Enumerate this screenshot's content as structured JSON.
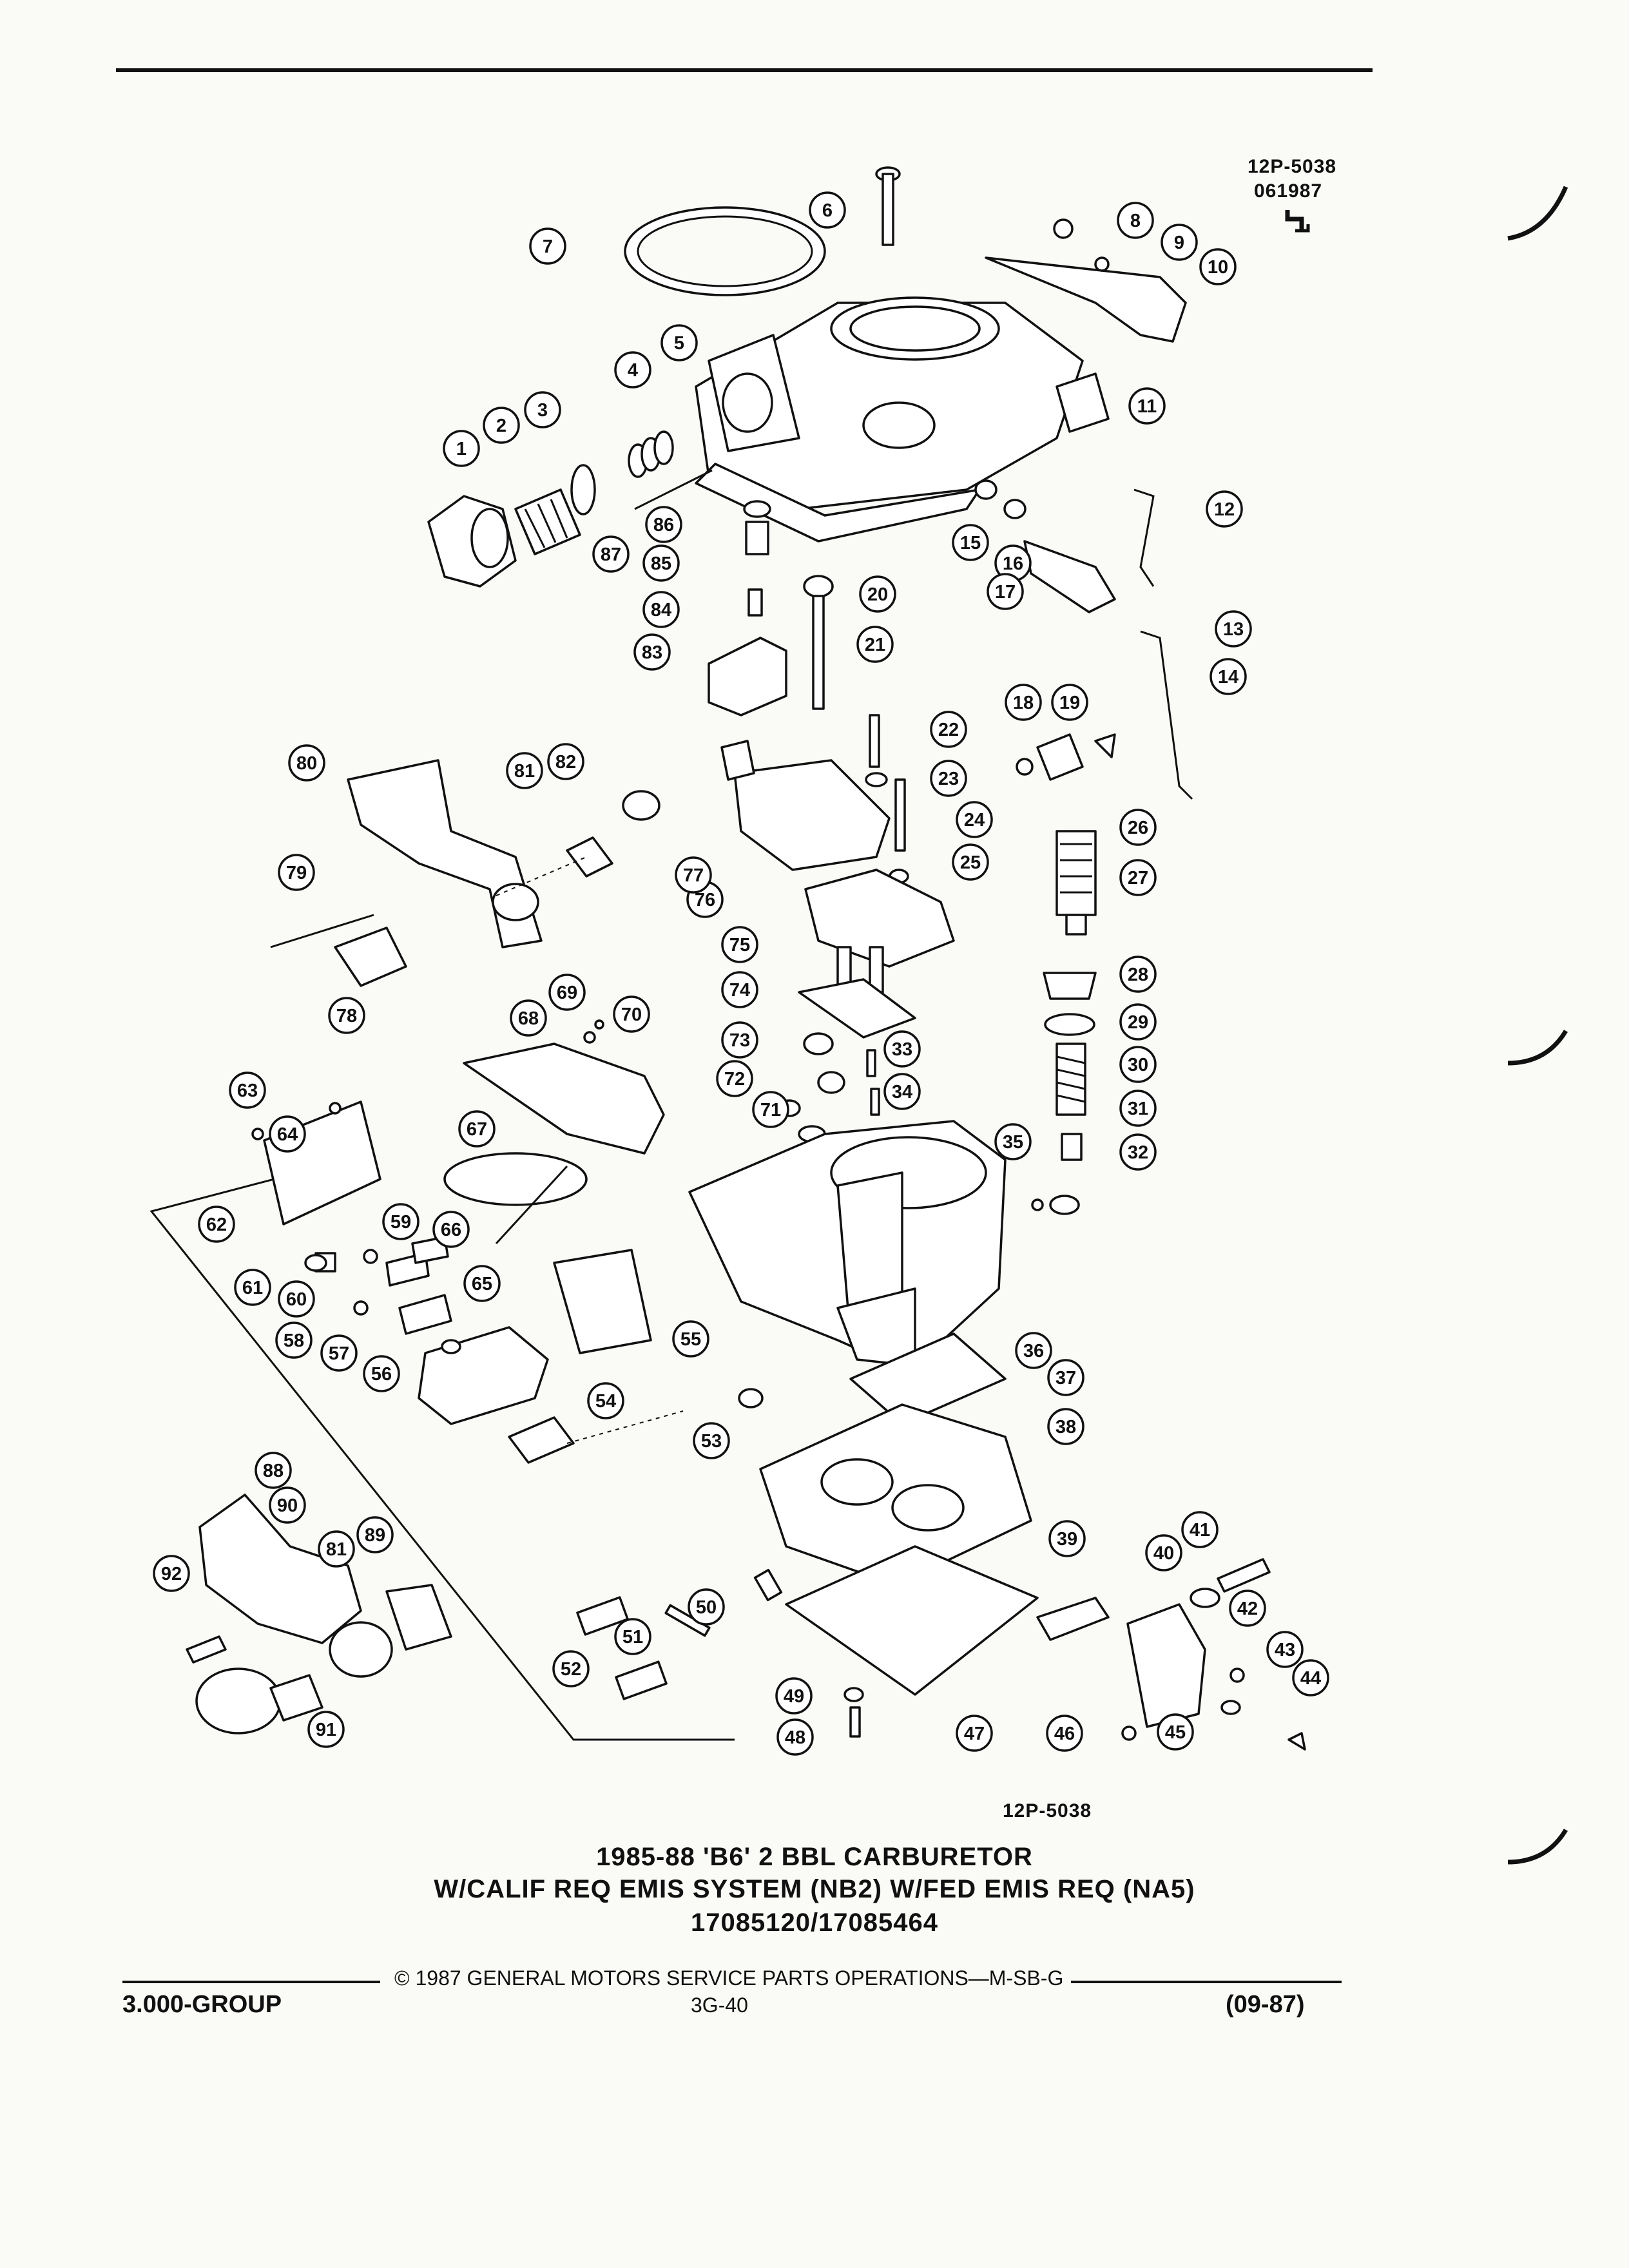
{
  "header": {
    "figure_code_top": "12P-5038",
    "date_code": "061987"
  },
  "diagram": {
    "figure_code_bottom": "12P-5038",
    "callouts": [
      "1",
      "2",
      "3",
      "4",
      "5",
      "6",
      "7",
      "8",
      "9",
      "10",
      "11",
      "12",
      "13",
      "14",
      "15",
      "16",
      "17",
      "18",
      "19",
      "20",
      "21",
      "22",
      "23",
      "24",
      "25",
      "26",
      "27",
      "28",
      "29",
      "30",
      "31",
      "32",
      "33",
      "34",
      "35",
      "36",
      "37",
      "38",
      "39",
      "40",
      "41",
      "42",
      "43",
      "44",
      "45",
      "46",
      "47",
      "48",
      "49",
      "50",
      "51",
      "52",
      "53",
      "54",
      "55",
      "56",
      "57",
      "58",
      "59",
      "60",
      "61",
      "62",
      "63",
      "64",
      "65",
      "66",
      "67",
      "68",
      "69",
      "70",
      "71",
      "72",
      "73",
      "74",
      "75",
      "76",
      "77",
      "78",
      "79",
      "80",
      "81",
      "82",
      "83",
      "84",
      "85",
      "86",
      "87",
      "88",
      "89",
      "90",
      "81",
      "91",
      "92"
    ]
  },
  "title": {
    "line1": "1985-88 'B6' 2 BBL CARBURETOR",
    "line2": "W/CALIF REQ EMIS SYSTEM (NB2) W/FED EMIS REQ (NA5)",
    "line3": "17085120/17085464"
  },
  "footer": {
    "copyright": "© 1987 GENERAL MOTORS SERVICE PARTS OPERATIONS—M-SB-G",
    "group": "3.000-GROUP",
    "page": "3G-40",
    "revision": "(09-87)"
  },
  "icons": [
    "gm-spo-logo-icon"
  ]
}
